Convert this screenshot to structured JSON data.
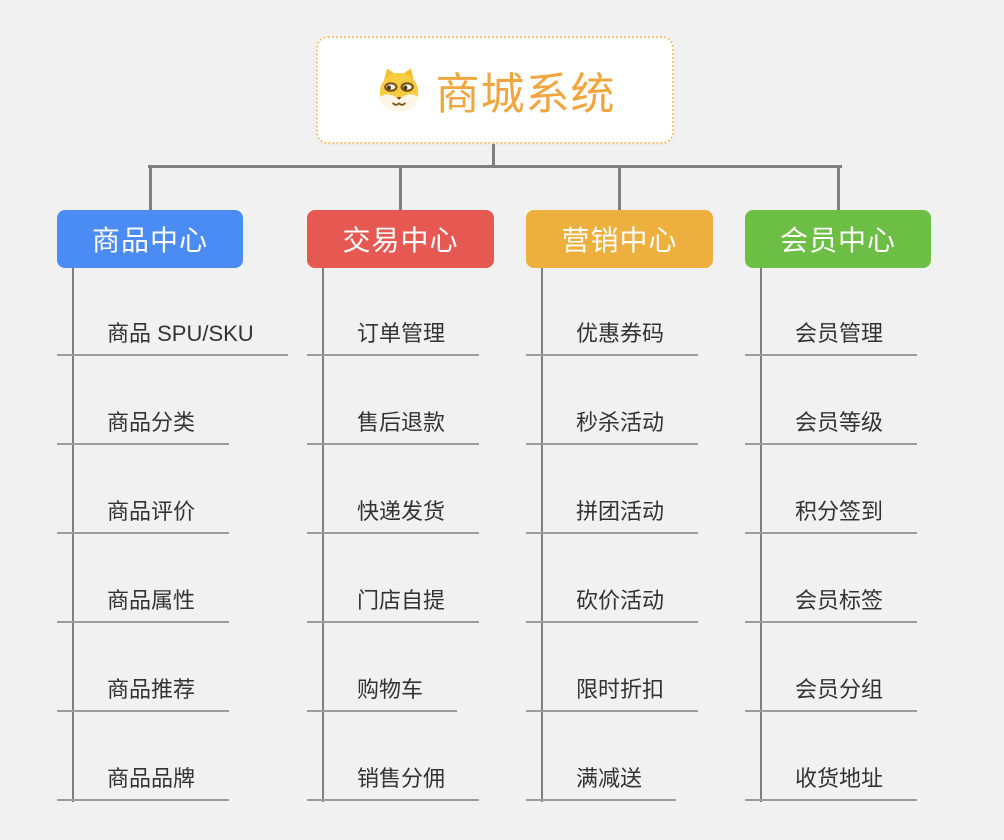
{
  "colors": {
    "background": "#f1f1f1",
    "connector": "#7f7f7f",
    "child_underline": "#9c9c9c",
    "child_text": "#333333",
    "root_text": "#F0A63F",
    "root_border": "#F2C579",
    "root_background": "#ffffff"
  },
  "root": {
    "title": "商城系统",
    "icon": "shiba-dog-icon"
  },
  "branches": [
    {
      "label": "商品中心",
      "color": "#4A8CF3",
      "children": [
        "商品 SPU/SKU",
        "商品分类",
        "商品评价",
        "商品属性",
        "商品推荐",
        "商品品牌"
      ]
    },
    {
      "label": "交易中心",
      "color": "#E65852",
      "children": [
        "订单管理",
        "售后退款",
        "快递发货",
        "门店自提",
        "购物车",
        "销售分佣"
      ]
    },
    {
      "label": "营销中心",
      "color": "#EDAF3E",
      "children": [
        "优惠券码",
        "秒杀活动",
        "拼团活动",
        "砍价活动",
        "限时折扣",
        "满减送"
      ]
    },
    {
      "label": "会员中心",
      "color": "#6CBE44",
      "children": [
        "会员管理",
        "会员等级",
        "积分签到",
        "会员标签",
        "会员分组",
        "收货地址"
      ]
    }
  ]
}
